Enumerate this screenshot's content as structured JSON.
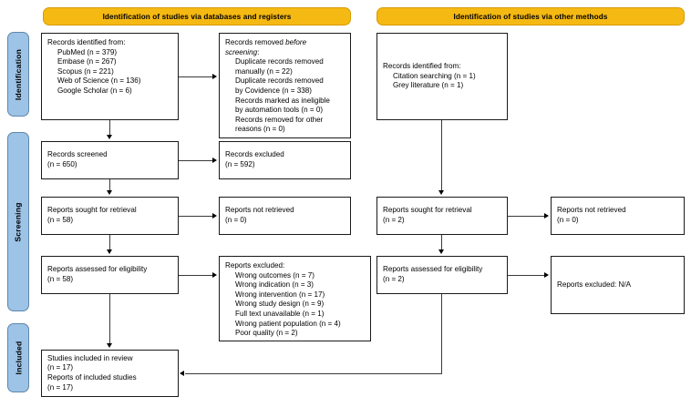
{
  "colors": {
    "banner": "#F5B913",
    "stage_tab": "#9DC3E6",
    "box_border": "#1a1a1a",
    "connector": "#3a3a3a"
  },
  "banners": {
    "left": "Identification of studies via databases and registers",
    "right": "Identification of studies via other methods"
  },
  "stages": {
    "identification": "Identification",
    "screening": "Screening",
    "included": "Included"
  },
  "left_column": {
    "identified": {
      "heading": "Records identified from:",
      "items": [
        "PubMed (n = 379)",
        "Embase (n = 267)",
        "Scopus (n = 221)",
        "Web of Science (n = 136)",
        "Google Scholar (n = 6)"
      ]
    },
    "removed_before_screening": {
      "heading_pre": "Records removed ",
      "heading_it": "before",
      "heading_post": "",
      "heading_line2_it": "screening",
      "heading_line2_post": ":",
      "items": [
        "Duplicate records removed",
        "manually (n = 22)",
        "Duplicate records removed",
        "by Covidence (n = 338)",
        "Records marked as ineligible",
        "by automation tools (n = 0)",
        "Records removed for other",
        "reasons (n = 0)"
      ]
    },
    "records_screened": {
      "label": "Records screened",
      "count": "(n = 650)"
    },
    "records_excluded": {
      "label": "Records excluded",
      "count": "(n = 592)"
    },
    "reports_sought": {
      "label": "Reports sought for retrieval",
      "count": "(n = 58)"
    },
    "reports_not_retrieved": {
      "label": "Reports not retrieved",
      "count": "(n = 0)"
    },
    "reports_assessed": {
      "label": "Reports assessed for eligibility",
      "count": "(n = 58)"
    },
    "reports_excluded": {
      "heading": "Reports excluded:",
      "items": [
        "Wrong outcomes (n = 7)",
        "Wrong indication (n = 3)",
        "Wrong intervention (n = 17)",
        "Wrong study design (n = 9)",
        "Full text unavailable (n = 1)",
        "Wrong patient population (n = 4)",
        "Poor quality (n = 2)"
      ]
    }
  },
  "right_column": {
    "identified": {
      "heading": "Records identified from:",
      "items": [
        "Citation searching (n = 1)",
        "Grey literature (n = 1)"
      ]
    },
    "reports_sought": {
      "label": "Reports sought for retrieval",
      "count": "(n = 2)"
    },
    "reports_not_retrieved": {
      "label": "Reports not retrieved",
      "count": "(n = 0)"
    },
    "reports_assessed": {
      "label": "Reports assessed for eligibility",
      "count": "(n = 2)"
    },
    "reports_excluded": {
      "label": "Reports excluded: N/A"
    }
  },
  "included_box": {
    "line1": "Studies included in review",
    "line2": "(n = 17)",
    "line3": "Reports of included studies",
    "line4": "(n = 17)"
  }
}
